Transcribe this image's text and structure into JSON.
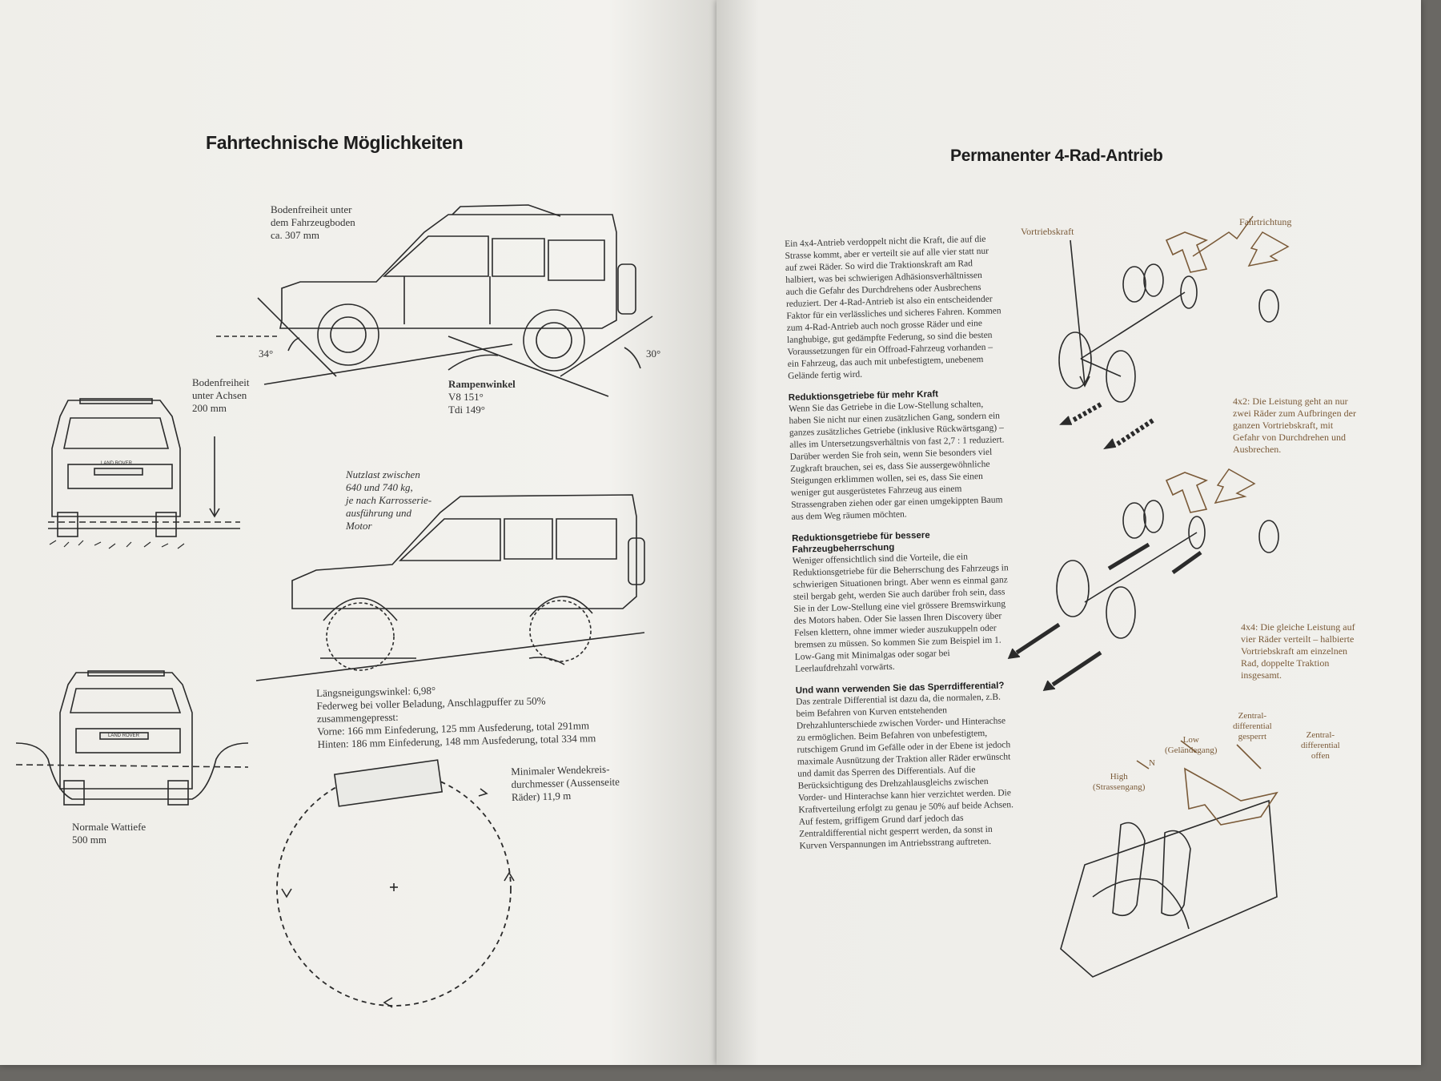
{
  "left": {
    "title": "Fahrtechnische Möglichkeiten",
    "ground_clearance_body": "Bodenfreiheit unter\ndem Fahrzeugboden\nca. 307 mm",
    "angle_front": "34°",
    "angle_rear": "30°",
    "ramp_title": "Rampenwinkel",
    "ramp_v8": "V8 151°",
    "ramp_tdi": "Tdi 149°",
    "ground_clearance_axle": "Bodenfreiheit\nunter Achsen\n200 mm",
    "payload": "Nutzlast zwischen\n640 und 740 kg,\nje nach Karrosserie-\nausführung und\nMotor",
    "tilt": "Längsneigungswinkel: 6,98°\nFederweg bei voller Beladung, Anschlagpuffer zu 50%\nzusammengepresst:\nVorne: 166 mm Einfederung, 125 mm Ausfederung, total 291mm\nHinten: 186 mm Einfederung, 148 mm Ausfederung, total 334 mm",
    "wading": "Normale Wattiefe\n500 mm",
    "turning": "Minimaler Wendekreis-\ndurchmesser (Aussenseite\nRäder) 11,9 m",
    "badge": "LAND ROVER"
  },
  "right": {
    "title": "Permanenter 4-Rad-Antrieb",
    "intro": "Ein 4x4-Antrieb verdoppelt nicht die Kraft, die auf die Strasse kommt, aber er verteilt sie auf alle vier statt nur auf zwei Räder. So wird die Traktionskraft am Rad halbiert, was bei schwierigen Adhäsionsverhältnissen auch die Gefahr des Durchdrehens oder Ausbrechens reduziert. Der 4-Rad-Antrieb ist also ein entscheidender Faktor für ein verlässliches und sicheres Fahren. Kommen zum 4-Rad-Antrieb auch noch grosse Räder und eine langhubige, gut gedämpfte Federung, so sind die besten Voraussetzungen für ein Offroad-Fahrzeug vorhanden – ein Fahrzeug, das auch mit unbefestigtem, unebenem Gelände fertig wird.",
    "h1": "Reduktionsgetriebe für mehr Kraft",
    "p1": "Wenn Sie das Getriebe in die Low-Stellung schalten, haben Sie nicht nur einen zusätzlichen Gang, sondern ein ganzes zusätzliches Getriebe (inklusive Rückwärtsgang) – alles im Untersetzungsverhältnis von fast 2,7 : 1 reduziert. Darüber werden Sie froh sein, wenn Sie besonders viel Zugkraft brauchen, sei es, dass Sie aussergewöhnliche Steigungen erklimmen wollen, sei es, dass Sie einen weniger gut ausgerüstetes Fahrzeug aus einem Strassengraben ziehen oder gar einen umgekippten Baum aus dem Weg räumen möchten.",
    "h2": "Reduktionsgetriebe für bessere Fahrzeugbeherrschung",
    "p2": "Weniger offensichtlich sind die Vorteile, die ein Reduktionsgetriebe für die Beherrschung des Fahrzeugs in schwierigen Situationen bringt. Aber wenn es einmal ganz steil bergab geht, werden Sie auch darüber froh sein, dass Sie in der Low-Stellung eine viel grössere Bremswirkung des Motors haben. Oder Sie lassen Ihren Discovery über Felsen klettern, ohne immer wieder auszukuppeln oder bremsen zu müssen. So kommen Sie zum Beispiel im 1. Low-Gang mit Minimalgas oder sogar bei Leerlaufdrehzahl vorwärts.",
    "h3": "Und wann verwenden Sie das Sperrdifferential?",
    "p3": "Das zentrale Differential ist dazu da, die normalen, z.B. beim Befahren von Kurven entstehenden Drehzahlunterschiede zwischen Vorder- und Hinterachse zu ermöglichen. Beim Befahren von unbefestigtem, rutschigem Grund im Gefälle oder in der Ebene ist jedoch maximale Ausnützung der Traktion aller Räder erwünscht und damit das Sperren des Differentials. Auf die Berücksichtigung des Drehzahlausgleichs zwischen Vorder- und Hinterachse kann hier verzichtet werden. Die Kraftverteilung erfolgt zu genau je 50% auf beide Achsen.",
    "p4": "Auf festem, griffigem Grund darf jedoch das Zentraldifferential nicht gesperrt werden, da sonst in Kurven Verspannungen im Antriebsstrang auftreten.",
    "label_vortrieb": "Vortriebskraft",
    "label_fahrtrichtung": "Fahrtrichtung",
    "label_4x2": "4x2: Die Leistung geht an nur zwei Räder zum Aufbringen der ganzen Vortriebskraft, mit Gefahr von Durchdrehen und Ausbrechen.",
    "label_4x4": "4x4: Die gleiche Leistung auf vier Räder verteilt – halbierte Vortriebskraft am einzelnen Rad, doppelte Traktion insgesamt.",
    "label_zentral_gesperrt": "Zentral-\ndifferential\ngesperrt",
    "label_zentral_offen": "Zentral-\ndifferential\noffen",
    "label_low": "Low\n(Geländegang)",
    "label_n": "N",
    "label_high": "High\n(Strassengang)"
  }
}
